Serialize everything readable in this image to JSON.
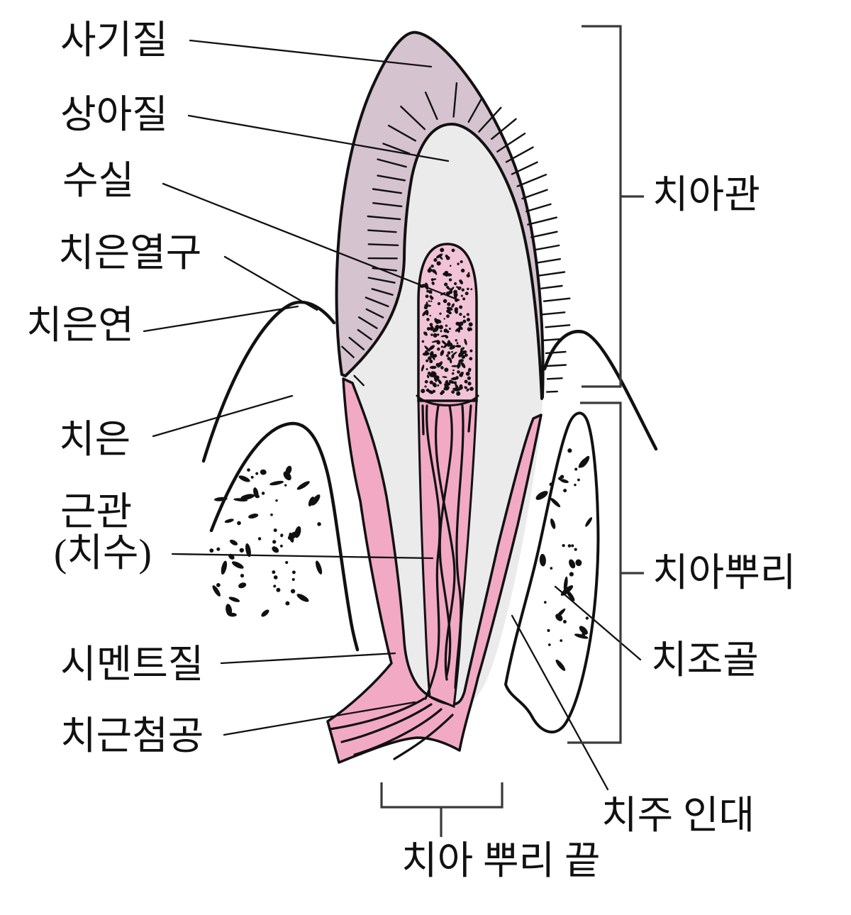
{
  "colors": {
    "background": "#ffffff",
    "enamel": "#d5c3cf",
    "dentin": "#ebebeb",
    "pulp": "#f2c3d6",
    "canal_pink": "#f2a9c4",
    "outline": "#111111",
    "bracket": "#3a3a3a",
    "text": "#111111"
  },
  "labels": {
    "enamel": "사기질",
    "dentin": "상아질",
    "pulp_chamber": "수실",
    "gingival_sulcus": "치은열구",
    "gingival_margin": "치은연",
    "gingiva": "치은",
    "root_canal_line1": "근관",
    "root_canal_line2": "(치수)",
    "cementum": "시멘트질",
    "apical_foramen": "치근첨공",
    "crown": "치아관",
    "root": "치아뿌리",
    "alveolar_bone": "치조골",
    "periodontal_ligament": "치주 인대",
    "root_apex": "치아 뿌리 끝"
  }
}
